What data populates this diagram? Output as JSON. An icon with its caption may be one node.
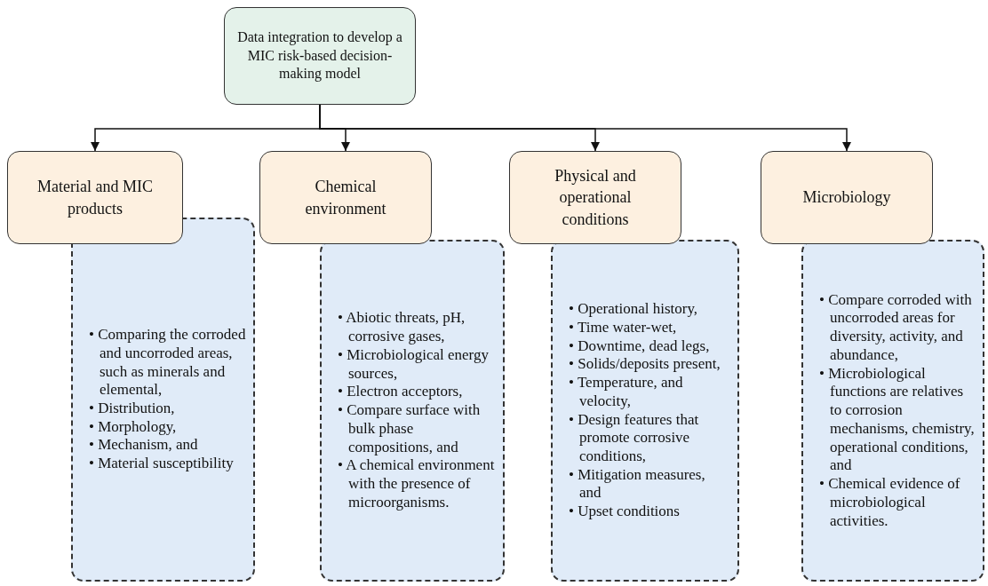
{
  "diagram": {
    "nodes": [
      {
        "text": [
          "Data integration to develop a MIC risk-based decision-making model"
        ]
      },
      {
        "text": [
          "Material and MIC products"
        ]
      },
      {
        "text": [
          "Chemical environment"
        ]
      },
      {
        "text": [
          "Physical and operational conditions"
        ]
      },
      {
        "text": [
          "Microbiology"
        ]
      },
      {
        "text": [
          "• Comparing the corroded and uncorroded areas, such as minerals and elemental,",
          "• Distribution,",
          "• Morphology,",
          "• Mechanism, and",
          "• Material susceptibility"
        ]
      },
      {
        "text": [
          "• Abiotic threats, pH, corrosive gases,",
          "• Microbiological energy sources,",
          "• Electron acceptors,",
          "• Compare surface with bulk phase compositions, and",
          "• A chemical environment with the presence of microorganisms."
        ]
      },
      {
        "text": [
          "• Operational history,",
          "• Time water-wet,",
          "• Downtime, dead legs,",
          "• Solids/deposits present,",
          "• Temperature, and velocity,",
          "• Design features that promote corrosive conditions,",
          "• Mitigation measures, and",
          "• Upset conditions"
        ]
      },
      {
        "text": [
          "• Compare corroded with uncorroded areas for diversity, activity, and abundance,",
          "• Microbiological functions are relatives to corrosion mechanisms, chemistry, operational conditions, and",
          "• Chemical evidence of microbiological activities."
        ]
      }
    ],
    "edges": [
      {
        "from": 0,
        "to": 1,
        "arrow": "to"
      },
      {
        "from": 0,
        "to": 2,
        "arrow": "to"
      },
      {
        "from": 0,
        "to": 3,
        "arrow": "to"
      },
      {
        "from": 0,
        "to": 4,
        "arrow": "to"
      }
    ]
  }
}
